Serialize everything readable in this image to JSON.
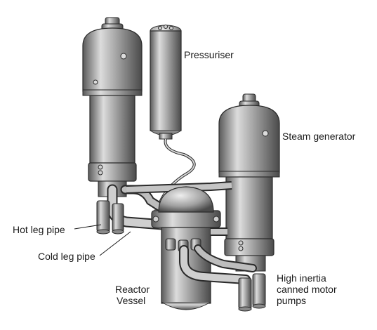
{
  "diagram": {
    "labels": {
      "pressuriser": "Pressuriser",
      "steam_generator": "Steam generator",
      "hot_leg_pipe": "Hot leg pipe",
      "cold_leg_pipe": "Cold leg pipe",
      "reactor_vessel_line1": "Reactor",
      "reactor_vessel_line2": "Vessel",
      "pumps_line1": "High inertia",
      "pumps_line2": "canned motor",
      "pumps_line3": "pumps"
    },
    "colors": {
      "metal_dark": "#4a4a4a",
      "metal_mid": "#9a9a9a",
      "metal_light": "#e6e6e6",
      "outline": "#2a2a2a"
    }
  }
}
